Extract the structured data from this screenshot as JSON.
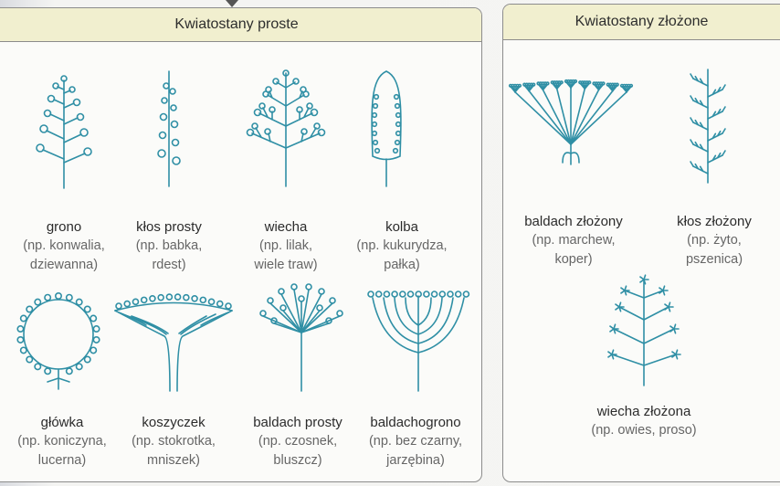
{
  "simple": {
    "title": "Kwiatostany proste",
    "items": [
      {
        "name": "grono",
        "ex1": "(np. konwalia,",
        "ex2": "dziewanna)",
        "icon": "raceme-icon"
      },
      {
        "name": "kłos prosty",
        "ex1": "(np. babka,",
        "ex2": "rdest)",
        "icon": "spike-icon"
      },
      {
        "name": "wiecha",
        "ex1": "(np. lilak,",
        "ex2": "wiele traw)",
        "icon": "panicle-icon"
      },
      {
        "name": "kolba",
        "ex1": "(np. kukurydza,",
        "ex2": "pałka)",
        "icon": "spadix-icon"
      },
      {
        "name": "główka",
        "ex1": "(np. koniczyna,",
        "ex2": "lucerna)",
        "icon": "head-icon"
      },
      {
        "name": "koszyczek",
        "ex1": "(np. stokrotka,",
        "ex2": "mniszek)",
        "icon": "capitulum-icon"
      },
      {
        "name": "baldach prosty",
        "ex1": "(np. czosnek,",
        "ex2": "bluszcz)",
        "icon": "umbel-icon"
      },
      {
        "name": "baldachogrono",
        "ex1": "(np. bez czarny,",
        "ex2": "jarzębina)",
        "icon": "corymb-icon"
      }
    ]
  },
  "complex": {
    "title": "Kwiatostany złożone",
    "items": [
      {
        "name": "baldach złożony",
        "ex1": "(np. marchew,",
        "ex2": "koper)",
        "icon": "compound-umbel-icon"
      },
      {
        "name": "kłos złożony",
        "ex1": "(np. żyto,",
        "ex2": "pszenica)",
        "icon": "compound-spike-icon"
      },
      {
        "name": "wiecha złożona",
        "ex1": "(np. owies, proso)",
        "ex2": "",
        "icon": "compound-panicle-icon"
      }
    ]
  }
}
